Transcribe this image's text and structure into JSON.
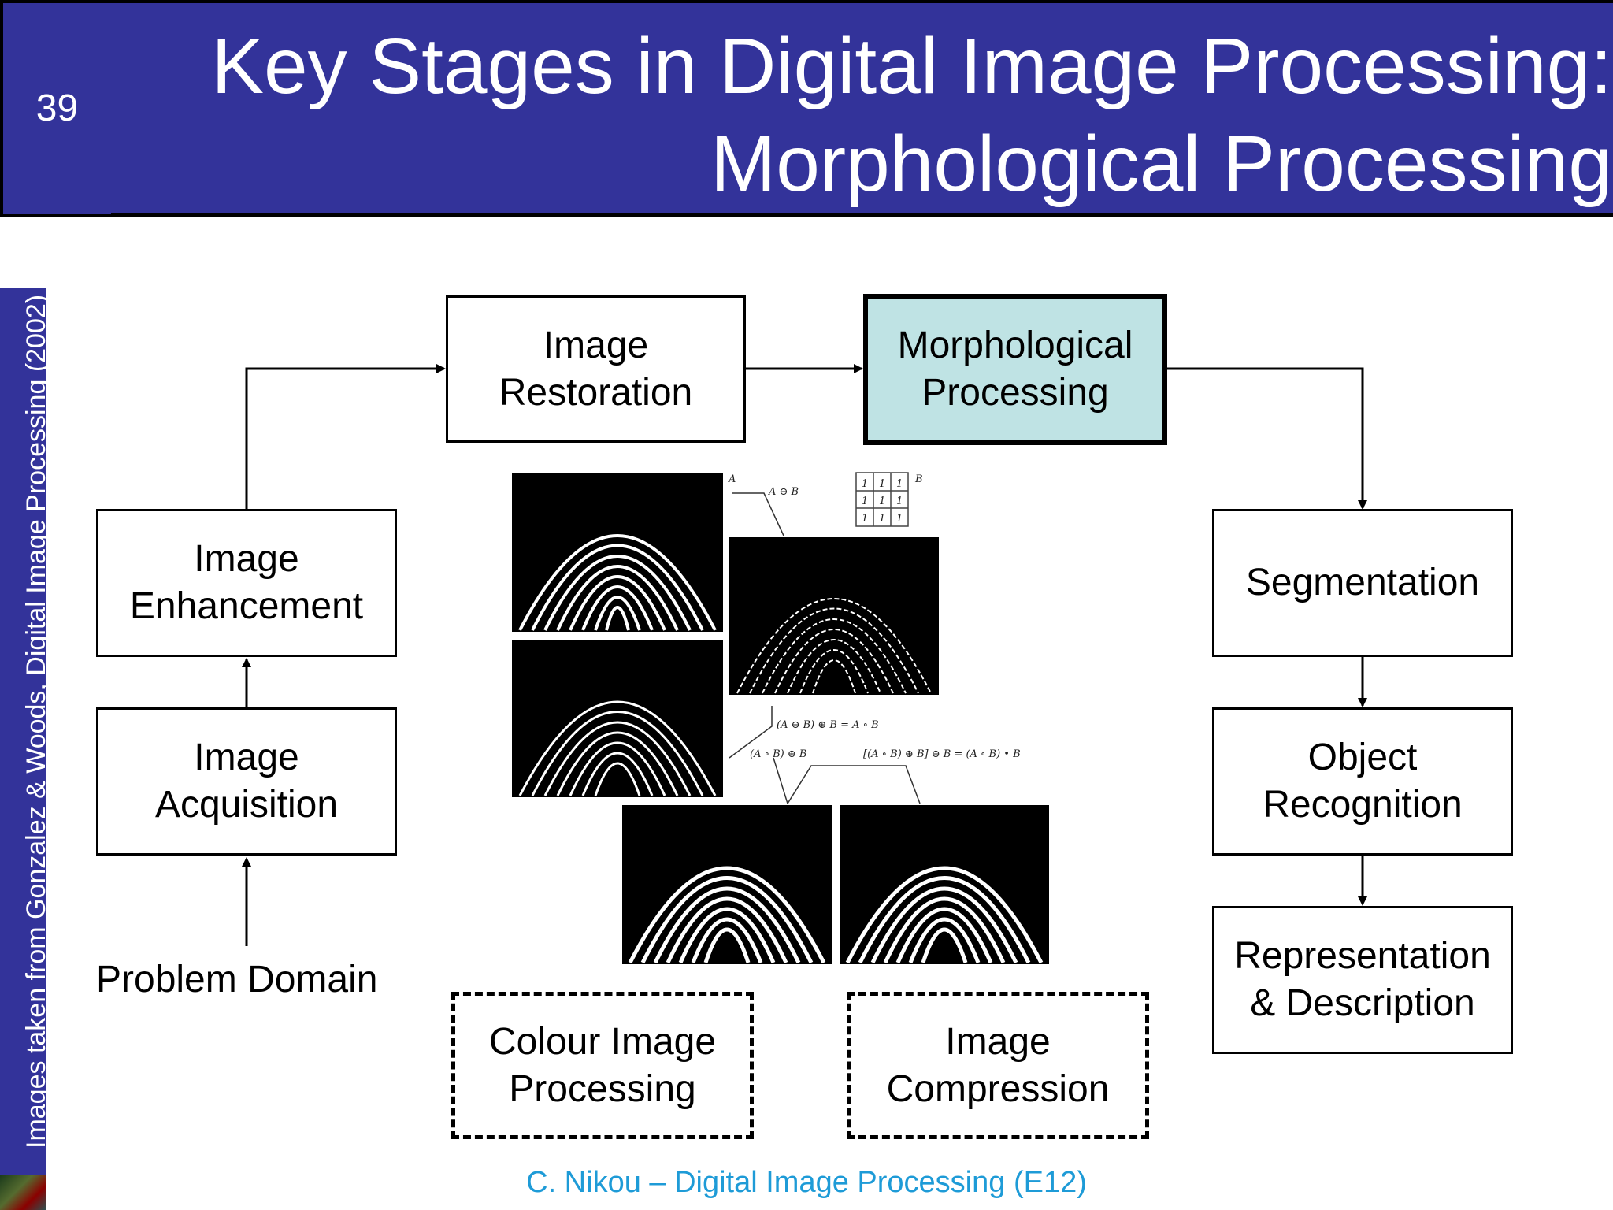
{
  "page_number": "39",
  "title": {
    "line1": "Key Stages in Digital Image Processing:",
    "line2": "Morphological Processing"
  },
  "side_credit": "Images taken from Gonzalez & Woods, Digital Image Processing (2002)",
  "footer": "C. Nikou – Digital Image Processing (E12)",
  "nodes": {
    "image_restoration": "Image\nRestoration",
    "morphological_processing": "Morphological\nProcessing",
    "image_enhancement": "Image\nEnhancement",
    "image_acquisition": "Image\nAcquisition",
    "problem_domain": "Problem Domain",
    "segmentation": "Segmentation",
    "object_recognition": "Object\nRecognition",
    "representation_description": "Representation\n& Description",
    "colour_image_processing": "Colour Image\nProcessing",
    "image_compression": "Image\nCompression"
  },
  "figure_labels": {
    "a": "A",
    "b": "B",
    "dilation_ab": "A ⊖ B",
    "opening": "(A ⊖ B) ⊕ B = A ∘ B",
    "opening_dilate": "(A ∘ B) ⊕ B",
    "closing": "[(A ∘ B) ⊕ B] ⊖ B = (A ∘ B) • B",
    "struct_element": [
      "1",
      "1",
      "1",
      "1",
      "1",
      "1",
      "1",
      "1",
      "1"
    ]
  },
  "colors": {
    "header_blue": "#33339a",
    "highlight_fill": "#bfe3e4",
    "footer_blue": "#1e9bd7"
  }
}
